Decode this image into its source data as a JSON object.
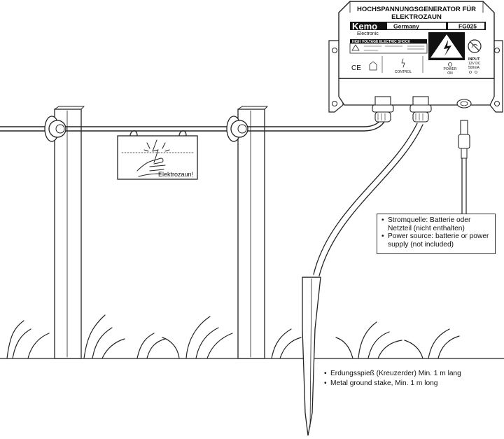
{
  "device": {
    "title_line1": "HOCHSPANNUNGSGENERATOR FÜR",
    "title_line2": "ELEKTROZAUN",
    "brand": "Kemo",
    "brand_sub": "Electronic",
    "origin": "Germany",
    "model": "FG025",
    "warning_banner": "HIGH VOLTAGE ELECTRIC SHOCK",
    "control_label": "CONTROL",
    "power_label_1": "POWER",
    "power_label_2": "ON",
    "input_line1": "INPUT",
    "input_line2": "12V DC",
    "input_line3": "500mA",
    "ce_mark": "CE"
  },
  "sign": {
    "label": "Elektrozaun!"
  },
  "callouts": {
    "power_source": [
      "Stromquelle: Batterie oder Netzteil (nicht enthalten)",
      "Power source: batterie or power supply (not included)"
    ],
    "ground_stake": [
      "Erdungsspieß (Kreuzerder) Min. 1 m lang",
      "Metal ground stake, Min. 1 m long"
    ]
  },
  "icons": [
    "lightning-warning-icon",
    "warning-triangle-icon",
    "house-icon",
    "power-led-icon",
    "hand-shock-icon"
  ]
}
